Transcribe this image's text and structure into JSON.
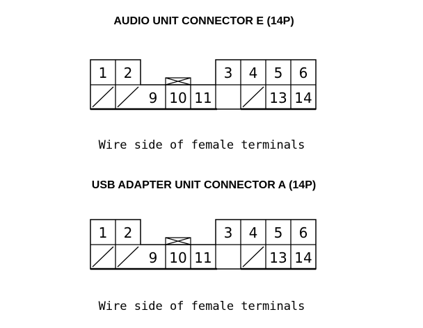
{
  "connectors": [
    {
      "title": "AUDIO UNIT CONNECTOR E (14P)",
      "caption": "Wire side of female terminals",
      "pins": {
        "p1": "1",
        "p2": "2",
        "p3": "3",
        "p4": "4",
        "p5": "5",
        "p6": "6",
        "p9": "9",
        "p10": "10",
        "p11": "11",
        "p13": "13",
        "p14": "14"
      },
      "empty_positions": [
        "7",
        "8",
        "12"
      ],
      "keyed_position": "10"
    },
    {
      "title": "USB ADAPTER UNIT CONNECTOR A (14P)",
      "caption": "Wire side of female terminals",
      "pins": {
        "p1": "1",
        "p2": "2",
        "p3": "3",
        "p4": "4",
        "p5": "5",
        "p6": "6",
        "p9": "9",
        "p10": "10",
        "p11": "11",
        "p13": "13",
        "p14": "14"
      },
      "empty_positions": [
        "7",
        "8",
        "12"
      ],
      "keyed_position": "10"
    }
  ]
}
